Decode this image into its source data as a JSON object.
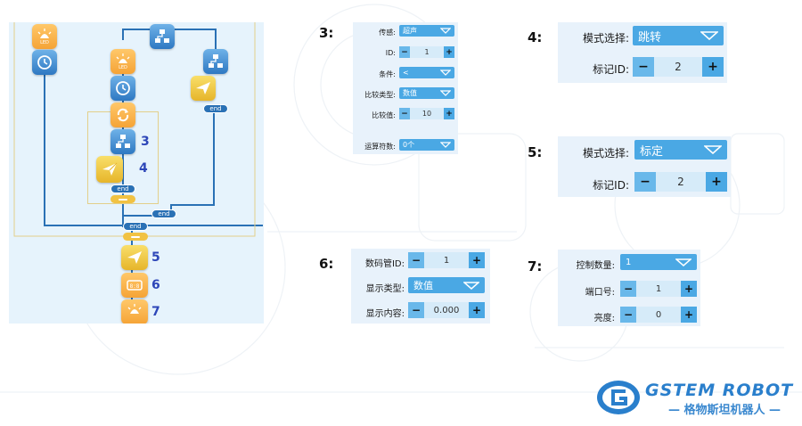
{
  "canvas": {
    "end_label": "end",
    "step_labels": [
      "3",
      "4",
      "5",
      "6",
      "7"
    ]
  },
  "panel3": {
    "number": "3:",
    "rows": [
      {
        "label": "传感:",
        "select": "超声"
      },
      {
        "label": "ID:",
        "value": "1"
      },
      {
        "label": "条件:",
        "select": "<"
      },
      {
        "label": "比较类型:",
        "select": "数值"
      },
      {
        "label": "比较值:",
        "value": "10"
      },
      {
        "label": "运算符数:",
        "select": "0个"
      }
    ]
  },
  "panel4": {
    "number": "4:",
    "mode_label": "模式选择:",
    "mode_value": "跳转",
    "marker_label": "标记ID:",
    "marker_value": "2"
  },
  "panel5": {
    "number": "5:",
    "mode_label": "模式选择:",
    "mode_value": "标定",
    "marker_label": "标记ID:",
    "marker_value": "2"
  },
  "panel6": {
    "number": "6:",
    "rows": [
      {
        "label": "数码管ID:",
        "value": "1"
      },
      {
        "label": "显示类型:",
        "select": "数值"
      },
      {
        "label": "显示内容:",
        "value": "0.000"
      }
    ]
  },
  "panel7": {
    "number": "7:",
    "rows": [
      {
        "label": "控制数量:",
        "select": "1"
      },
      {
        "label": "端口号:",
        "value": "1"
      },
      {
        "label": "亮度:",
        "value": "0"
      }
    ]
  },
  "stepper": {
    "minus": "−",
    "plus": "+"
  },
  "logo": {
    "en": "GSTEM ROBOT",
    "cn": "— 格物斯坦机器人 —"
  },
  "colors": {
    "control_blue": "#4aa8e4",
    "step_label": "#2d46b8",
    "block_orange": "#f5a336",
    "block_blue": "#2e78c2",
    "canvas_bg": "#e6f3fc"
  },
  "icons": {
    "led": "lamp-icon",
    "timer": "clock-icon",
    "loop": "refresh-icon",
    "branch": "hierarchy-icon",
    "send": "paper-plane-icon",
    "display": "digital-display-icon"
  }
}
